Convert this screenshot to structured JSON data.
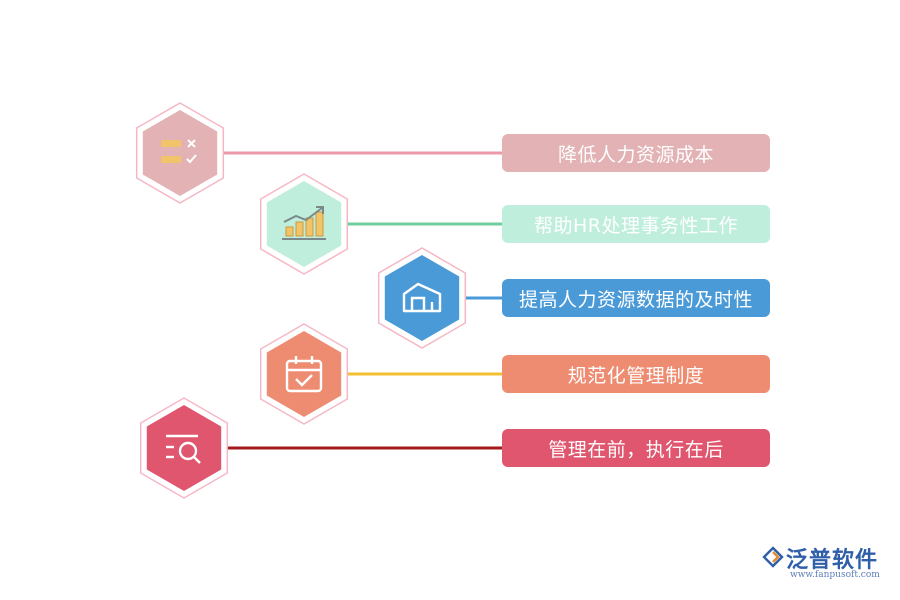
{
  "items": [
    {
      "label": "降低人力资源成本",
      "icon": "checklist-icon",
      "hex_color": "#e3b2b4",
      "line_color": "#ec9aab",
      "label_color": "#e3b2b4"
    },
    {
      "label": "帮助HR处理事务性工作",
      "icon": "bar-chart-trend-icon",
      "hex_color": "#bfeedd",
      "line_color": "#6ccf9c",
      "label_color": "#bfeedd"
    },
    {
      "label": "提高人力资源数据的及时性",
      "icon": "building-icon",
      "hex_color": "#4a9ad8",
      "line_color": "#4a9ad8",
      "label_color": "#4a9ad8"
    },
    {
      "label": "规范化管理制度",
      "icon": "calendar-check-icon",
      "hex_color": "#ee8c72",
      "line_color": "#f3c032",
      "label_color": "#ee8c72"
    },
    {
      "label": "管理在前，执行在后",
      "icon": "search-list-icon",
      "hex_color": "#e0566e",
      "line_color": "#a31a1a",
      "label_color": "#e0566e"
    }
  ],
  "logo": {
    "name": "泛普软件",
    "url": "www.fanpusoft.com",
    "color": "#2f5fa8"
  }
}
